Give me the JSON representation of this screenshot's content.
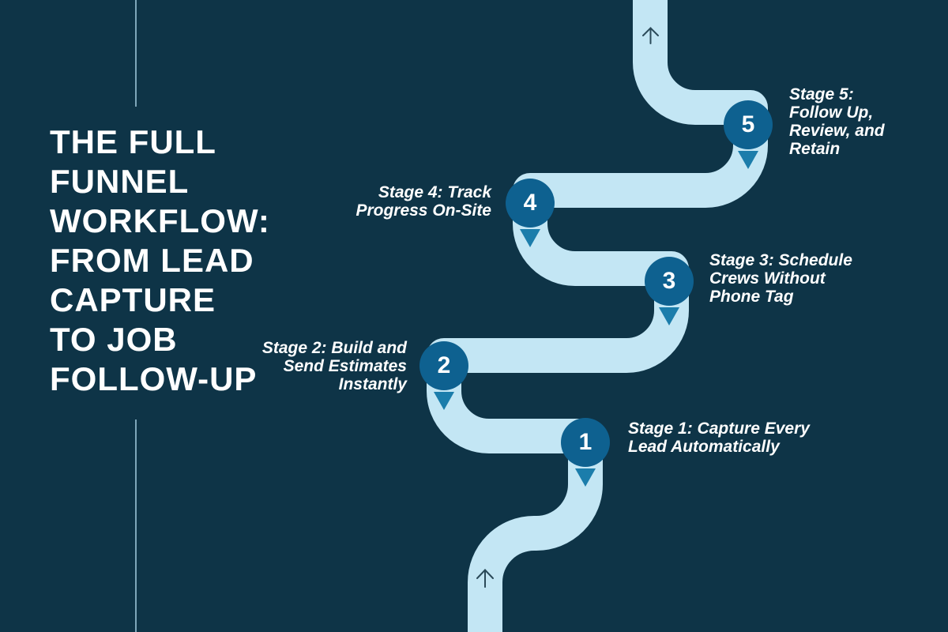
{
  "title": {
    "text": "THE FULL\nFUNNEL\nWORKFLOW:\nFROM LEAD\nCAPTURE\nTO JOB\nFOLLOW-UP"
  },
  "stages": [
    {
      "number": "1",
      "label": "Stage 1: Capture Every\nLead Automatically"
    },
    {
      "number": "2",
      "label": "Stage 2: Build and\nSend Estimates\nInstantly"
    },
    {
      "number": "3",
      "label": "Stage 3: Schedule\nCrews Without\nPhone Tag"
    },
    {
      "number": "4",
      "label": "Stage 4: Track\nProgress On-Site"
    },
    {
      "number": "5",
      "label": "Stage 5:\nFollow Up,\nReview, and\nRetain"
    }
  ],
  "icons": {
    "entry": "up-arrow-icon",
    "exit": "up-arrow-icon"
  },
  "colors": {
    "background": "#0e3447",
    "path": "#c3e6f4",
    "node": "#0e6190",
    "pointer": "#1b7dab",
    "text": "#ffffff",
    "accent_line": "#7ea6b9",
    "flow_arrow": "#2b4a59"
  }
}
